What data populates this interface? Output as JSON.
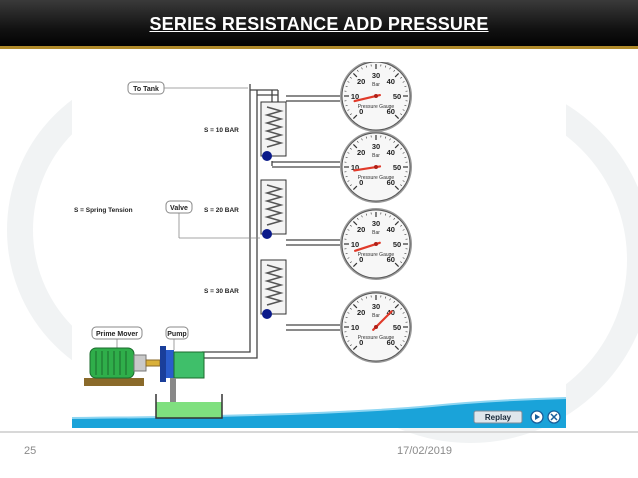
{
  "slide": {
    "title": "SERIES RESISTANCE ADD PRESSURE",
    "page_number": "25",
    "date": "17/02/2019"
  },
  "diagram": {
    "labels": {
      "to_tank": "To Tank",
      "valve": "Valve",
      "prime_mover": "Prime Mover",
      "pump": "Pump",
      "spring_tension_key": "S = Spring Tension"
    },
    "valves": [
      {
        "label": "S = 10 BAR"
      },
      {
        "label": "S = 20 BAR"
      },
      {
        "label": "S = 30 BAR"
      }
    ],
    "gauges": [
      {
        "unit": "Bar",
        "name": "Pressure Gauge",
        "ticks": [
          "0",
          "10",
          "20",
          "30",
          "40",
          "50",
          "60"
        ],
        "reading": 7
      },
      {
        "unit": "Bar",
        "name": "Pressure Gauge",
        "ticks": [
          "0",
          "10",
          "20",
          "30",
          "40",
          "50",
          "60"
        ],
        "reading": 8
      },
      {
        "unit": "Bar",
        "name": "Pressure Gauge",
        "ticks": [
          "0",
          "10",
          "20",
          "30",
          "40",
          "50",
          "60"
        ],
        "reading": 6
      },
      {
        "unit": "Bar",
        "name": "Pressure Gauge",
        "ticks": [
          "0",
          "10",
          "20",
          "30",
          "40",
          "50",
          "60"
        ],
        "reading": 40
      }
    ],
    "controls": {
      "replay_label": "Replay",
      "play_icon": "play-icon",
      "close_icon": "close-icon"
    },
    "colors": {
      "title_bar": "#111111",
      "accent_gold": "#b08a2a",
      "fluid": "#7fe07f",
      "motor": "#2fae4a",
      "pump": "#3fbf6a",
      "valve_ball": "#0a1a8a",
      "needle": "#e03a2a",
      "bottom_wave": "#1aa3d9"
    }
  }
}
